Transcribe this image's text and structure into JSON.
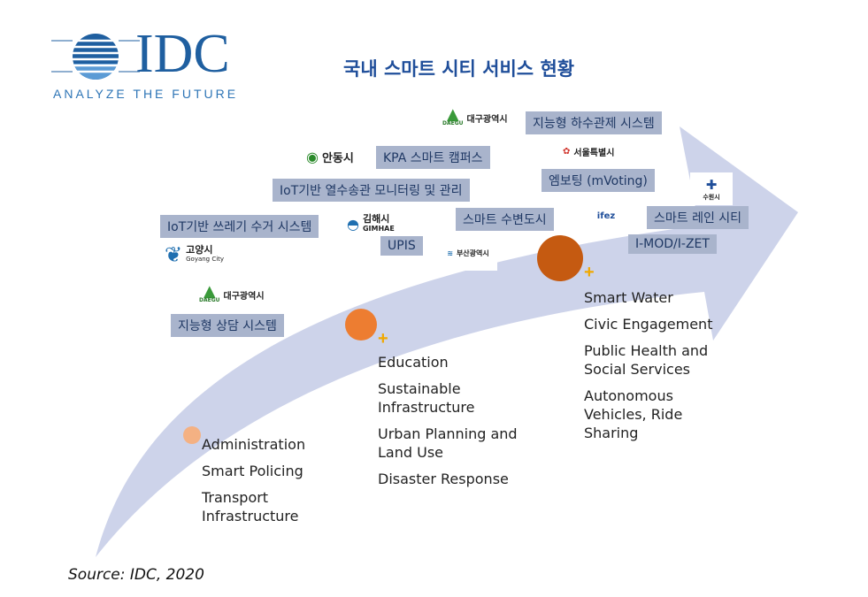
{
  "logo": {
    "name": "IDC",
    "tagline": "ANALYZE THE FUTURE"
  },
  "title": "국내 스마트 시티 서비스 현황",
  "cities": {
    "daegu_top": "대구광역시",
    "andong": "안동시",
    "seoul": "서울특별시",
    "gimhae": "김해시",
    "gimhae_en": "GIMHAE",
    "busan": "부산광역시",
    "ifez": "ifez",
    "suwon": "수원시",
    "goyang": "고양시",
    "goyang_en": "Goyang City",
    "daegu_bottom": "대구광역시",
    "daegu_en": "DAEGU"
  },
  "services": {
    "daegu_sewer": "지능형 하수관제 시스템",
    "kpa": "KPA 스마트 캠퍼스",
    "heat_pipe": "IoT기반 열수송관 모니터링 및 관리",
    "mvoting": "엠보팅 (mVoting)",
    "waste": "IoT기반 쓰레기 수거 시스템",
    "waterfront": "스마트 수변도시",
    "rain": "스마트 레인 시티",
    "upis": "UPIS",
    "imod": "I-MOD/I-ZET",
    "consult": "지능형 상담 시스템"
  },
  "stage1": [
    "Administration",
    "Smart Policing",
    "Transport Infrastructure"
  ],
  "stage2": [
    "Education",
    "Sustainable Infrastructure",
    "Urban Planning and Land Use",
    "Disaster Response"
  ],
  "stage3": [
    "Smart Water",
    "Civic Engagement",
    "Public Health and Social Services",
    "Autonomous Vehicles, Ride Sharing"
  ],
  "plus": "+",
  "source": "Source: IDC, 2020",
  "colors": {
    "arrow": "#cdd3ea",
    "tag": "#a9b4cc",
    "dot1": "#f4b183",
    "dot2": "#ed7d31",
    "dot3": "#c55a11",
    "title": "#1f4e9a"
  }
}
